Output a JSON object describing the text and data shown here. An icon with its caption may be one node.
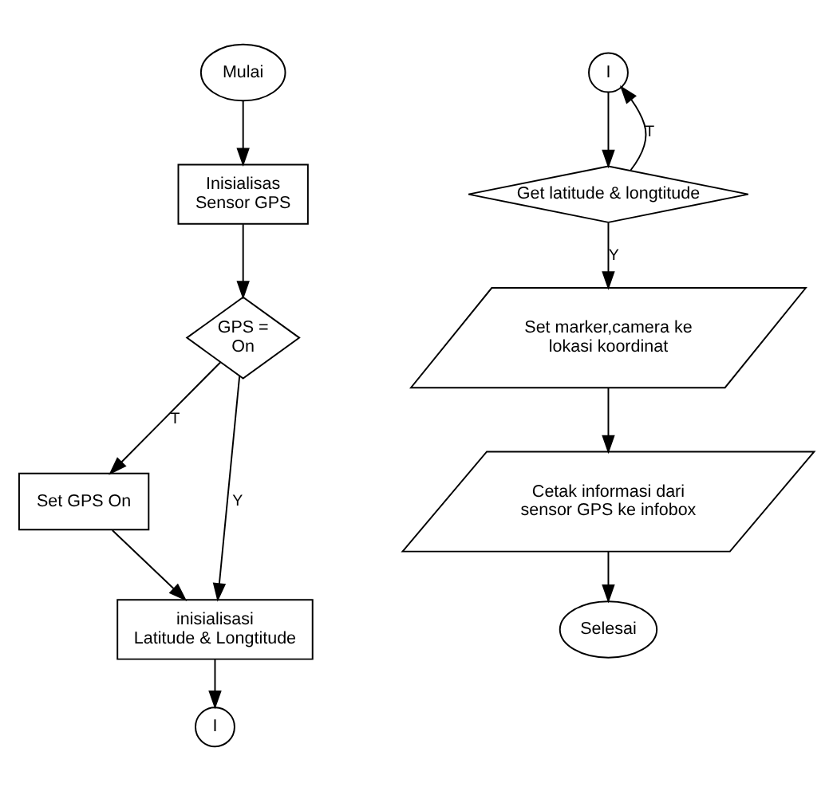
{
  "diagram": {
    "nodes": [
      {
        "text": [
          "Mulai"
        ]
      },
      {
        "text": [
          "Inisialisas Sensor GPS"
        ]
      },
      {
        "text": [
          "GPS = On"
        ]
      },
      {
        "text": [
          "Set GPS On"
        ]
      },
      {
        "text": [
          "inisialisasi Latitude & Longtitude"
        ]
      },
      {
        "text": [
          "I"
        ]
      },
      {
        "text": [
          "I"
        ]
      },
      {
        "text": [
          "Get latitude & longtitude"
        ]
      },
      {
        "text": [
          "Set marker,camera ke lokasi koordinat"
        ]
      },
      {
        "text": [
          "Cetak informasi dari sensor GPS ke infobox"
        ]
      },
      {
        "text": [
          "Selesai"
        ]
      }
    ],
    "edges": [
      {
        "from": 0,
        "to": 1,
        "arrow": "to"
      },
      {
        "from": 1,
        "to": 2,
        "arrow": "to"
      },
      {
        "from": 2,
        "to": 3,
        "arrow": "to",
        "label": "T"
      },
      {
        "from": 2,
        "to": 4,
        "arrow": "to",
        "label": "Y"
      },
      {
        "from": 3,
        "to": 4,
        "arrow": "to"
      },
      {
        "from": 4,
        "to": 5,
        "arrow": "to"
      },
      {
        "from": 6,
        "to": 7,
        "arrow": "to"
      },
      {
        "from": 7,
        "to": 6,
        "arrow": "to",
        "label": "T"
      },
      {
        "from": 7,
        "to": 8,
        "arrow": "to",
        "label": "Y"
      },
      {
        "from": 8,
        "to": 9,
        "arrow": "to"
      },
      {
        "from": 9,
        "to": 10,
        "arrow": "to"
      }
    ]
  }
}
